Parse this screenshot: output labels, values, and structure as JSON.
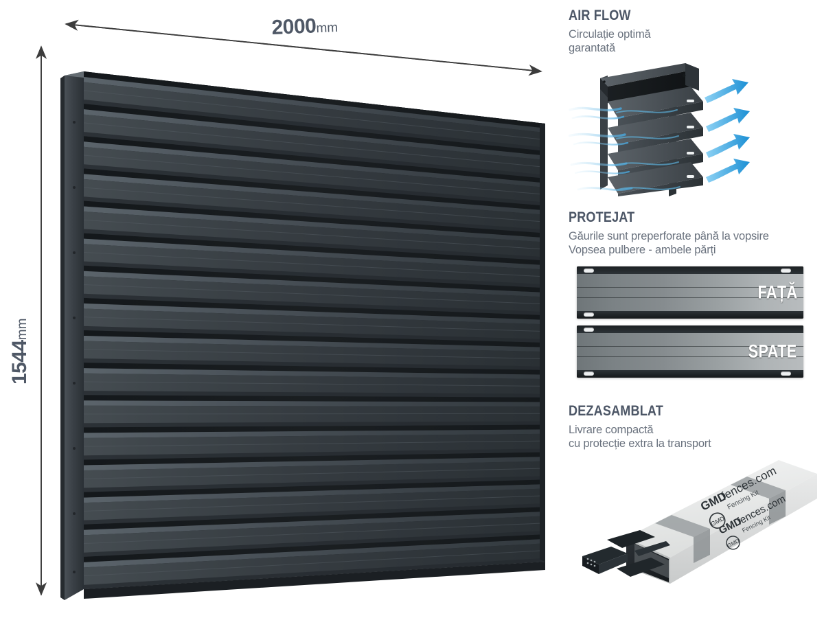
{
  "dimensions": {
    "width": {
      "value": "2000",
      "unit": "mm"
    },
    "height": {
      "value": "1544",
      "unit": "mm"
    }
  },
  "product": {
    "panel_color": "#2f353a",
    "accent_color": "#4c5666",
    "airflow_color": "#2f9fe0",
    "louvre_count": 16
  },
  "features": [
    {
      "key": "airflow",
      "title": "AIR FLOW",
      "sub_line1": "Circulație optimă",
      "sub_line2": "garantată"
    },
    {
      "key": "protejat",
      "title": "PROTEJAT",
      "sub_line1": "Găurile sunt preperforate până la vopsire",
      "sub_line2": "Vopsea pulbere - ambele părți"
    },
    {
      "key": "dezasamblat",
      "title": "DEZASAMBLAT",
      "sub_line1": "Livrare compactă",
      "sub_line2": "cu protecție extra la transport"
    }
  ],
  "slat_labels": {
    "front": "FAȚĂ",
    "back": "SPATE"
  },
  "packaging": {
    "brand_bold": "GMD",
    "brand_rest": "fences.com",
    "tagline": "Fencing Kit"
  }
}
